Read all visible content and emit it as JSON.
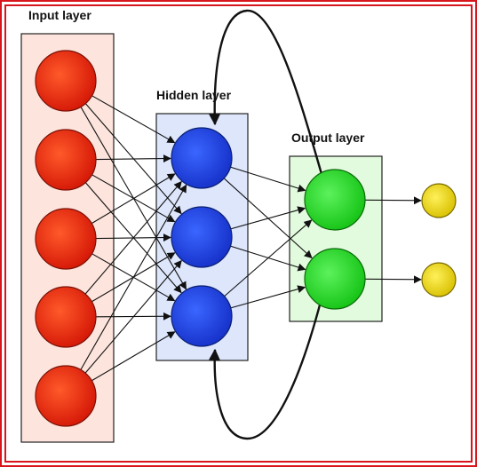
{
  "labels": {
    "input": "Input layer",
    "hidden": "Hidden layer",
    "output": "Output layer"
  },
  "layers": {
    "input": {
      "count": 5,
      "fill": "#e8200c",
      "stroke": "#7a1208",
      "panel_fill": "#fde4dd"
    },
    "hidden": {
      "count": 3,
      "fill": "#1e44e0",
      "stroke": "#0a1f70",
      "panel_fill": "#dde6fb"
    },
    "output": {
      "count": 2,
      "fill": "#1cd61c",
      "stroke": "#0a6a0a",
      "panel_fill": "#e2fadd"
    },
    "final": {
      "count": 2,
      "fill": "#e6d000",
      "stroke": "#7a6b00"
    }
  },
  "colors": {
    "frame": "#d8141c",
    "edge": "#111111"
  }
}
